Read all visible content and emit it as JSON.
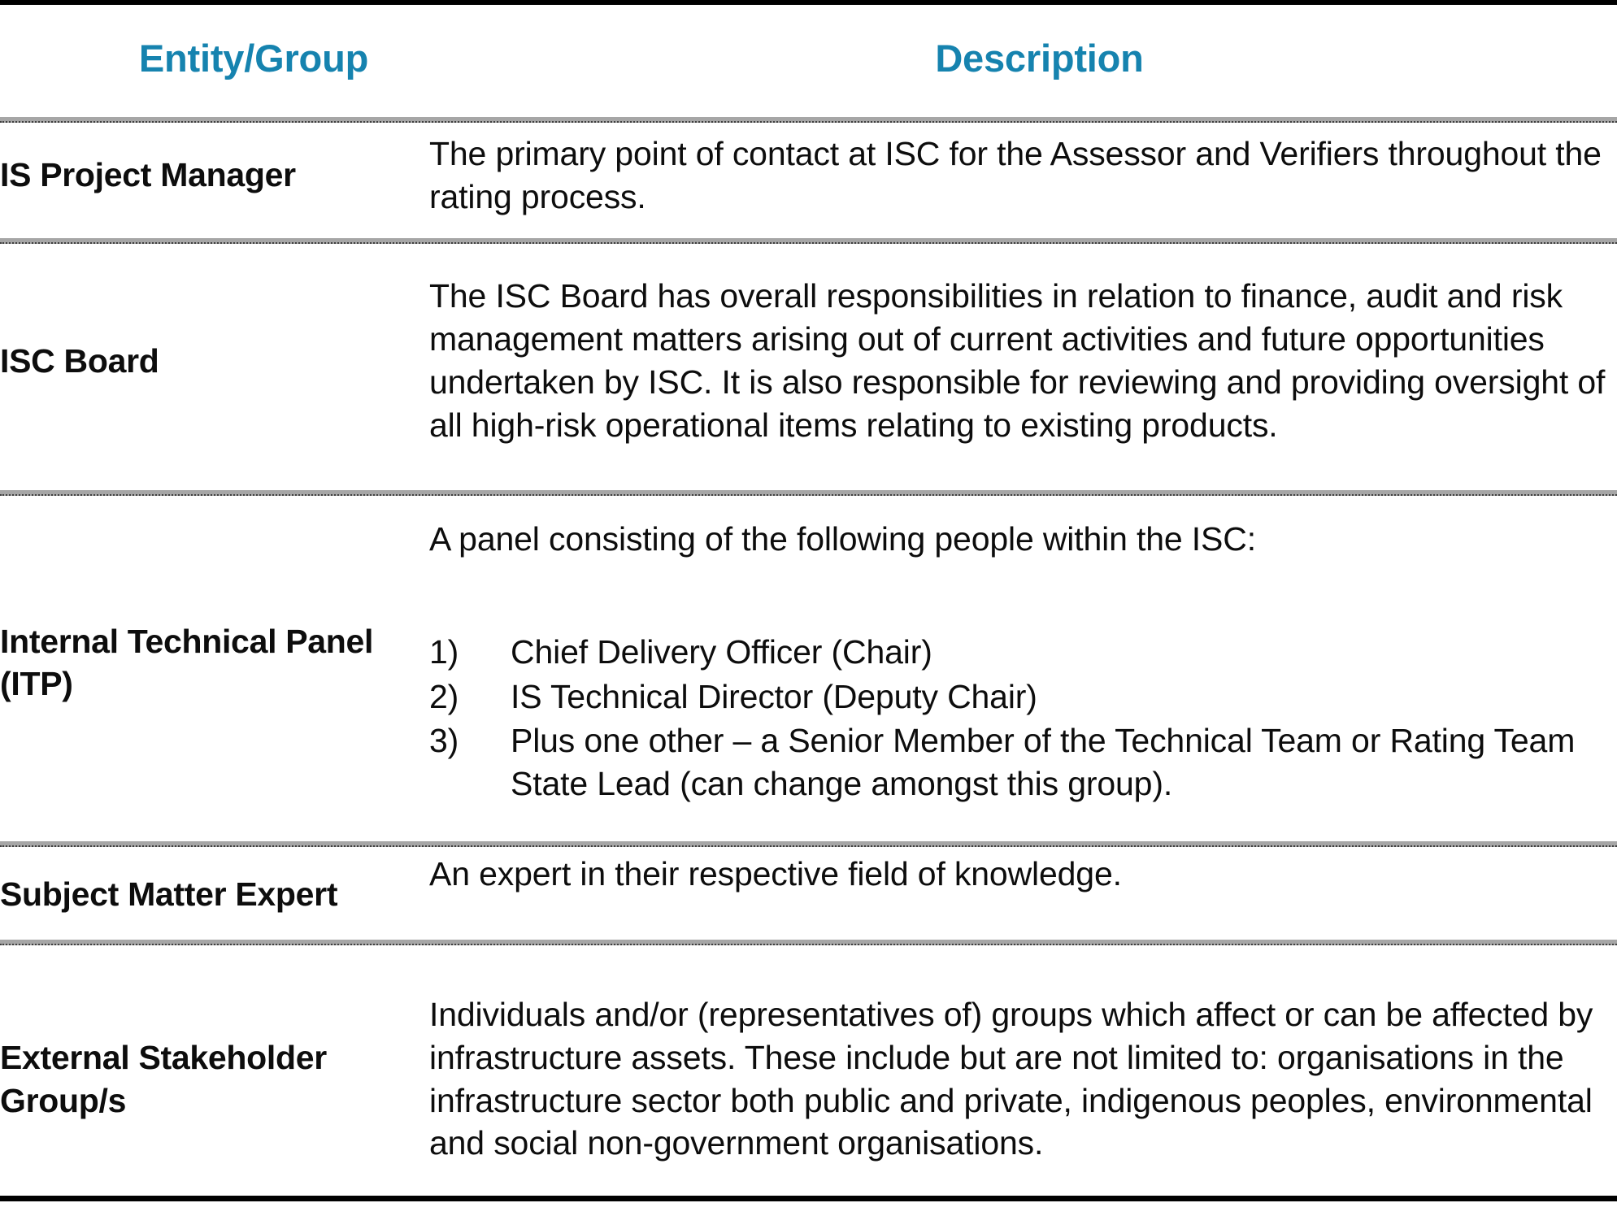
{
  "colors": {
    "header_text": "#1683af",
    "body_text": "#0d0d0d",
    "rule_strong": "#000000",
    "rule_light": "#a6a6a6",
    "background": "#ffffff"
  },
  "table": {
    "headers": {
      "entity": "Entity/Group",
      "description": "Description"
    },
    "rows": [
      {
        "entity": "IS Project Manager",
        "description": "The primary point of contact at ISC for the Assessor and Verifiers throughout the rating process."
      },
      {
        "entity": "ISC Board",
        "description": "The ISC Board has overall responsibilities in relation to finance, audit and risk management matters arising out of current activities and future opportunities undertaken by ISC. It is also responsible for reviewing and providing oversight of all high-risk operational items relating to existing products."
      },
      {
        "entity": "Internal Technical Panel (ITP)",
        "description_intro": "A panel consisting of the following people within the ISC:",
        "list": [
          {
            "marker": "1)",
            "text": "Chief Delivery Officer (Chair)"
          },
          {
            "marker": "2)",
            "text": "IS Technical Director (Deputy Chair)"
          },
          {
            "marker": "3)",
            "text": "Plus one other – a Senior Member of the Technical Team or Rating Team State Lead (can change amongst this group)."
          }
        ]
      },
      {
        "entity": "Subject Matter Expert",
        "description": "An expert in their respective field of knowledge."
      },
      {
        "entity": "External Stakeholder Group/s",
        "description": "Individuals and/or (representatives of) groups which affect or can be affected by infrastructure assets. These include but are not limited to: organisations in the infrastructure sector both public and private, indigenous peoples, environmental and social non-government organisations."
      }
    ]
  }
}
